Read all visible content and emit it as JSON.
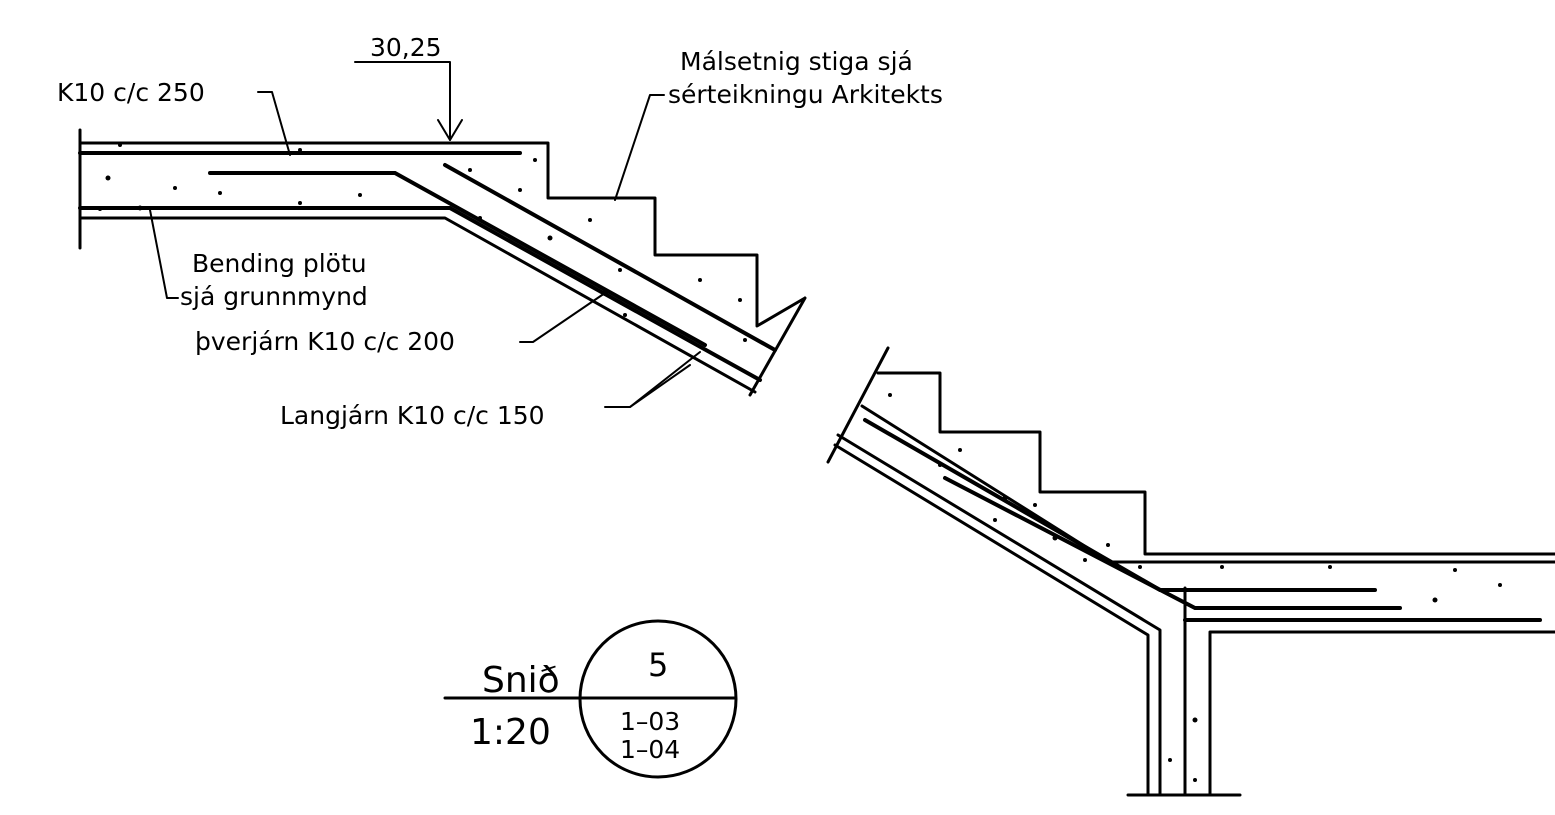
{
  "labels": {
    "dim": "30,25",
    "rebar_top": "K10 c/c 250",
    "note_line1": "Málsetnig stiga sjá",
    "note_line2": "sérteikningu Arkitekts",
    "bend_line1": "Bending plötu",
    "bend_line2": "sjá grunnmynd",
    "cross_bar": "þverjárn K10 c/c 200",
    "long_bar": "Langjárn K10 c/c 150"
  },
  "title_block": {
    "name": "Snið",
    "scale": "1:20",
    "number": "5",
    "sheet_1": "1–03",
    "sheet_2": "1–04"
  }
}
